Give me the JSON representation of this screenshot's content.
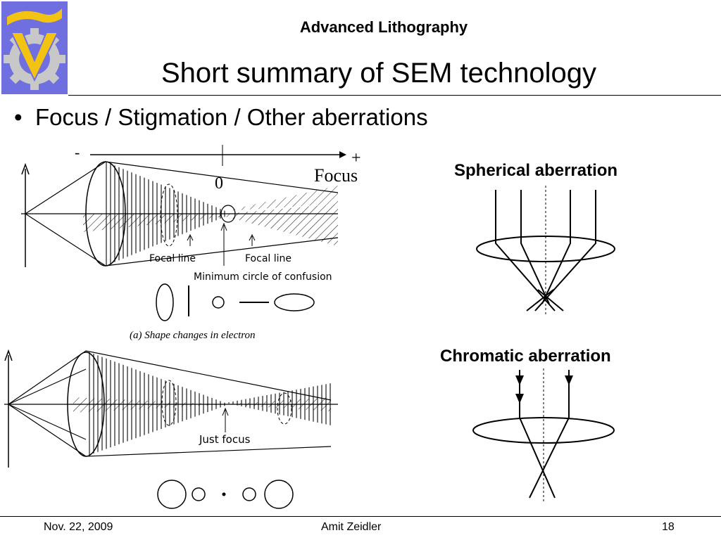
{
  "header": {
    "course_title": "Advanced Lithography",
    "slide_title": "Short summary of SEM technology"
  },
  "logo": {
    "icon": "university-gear-logo-icon",
    "colors": {
      "background": "#6f6fe0",
      "gear": "#c8c8c8",
      "ribbon": "#f2c313"
    }
  },
  "bullet": {
    "text": "Focus / Stigmation / Other aberrations"
  },
  "stigmation_figure": {
    "minus_label": "-",
    "plus_label": "+",
    "zero_label": "0",
    "focus_label": "Focus",
    "focal_line_left": "Focal line",
    "focal_line_right": "Focal line",
    "min_circle_label": "Minimum circle of confusion",
    "caption": "(a) Shape changes in electron"
  },
  "focus_figure": {
    "just_focus_label": "Just focus"
  },
  "spherical": {
    "label": "Spherical aberration"
  },
  "chromatic": {
    "label": "Chromatic aberration"
  },
  "footer": {
    "date": "Nov. 22, 2009",
    "author": "Amit Zeidler",
    "page": "18"
  }
}
